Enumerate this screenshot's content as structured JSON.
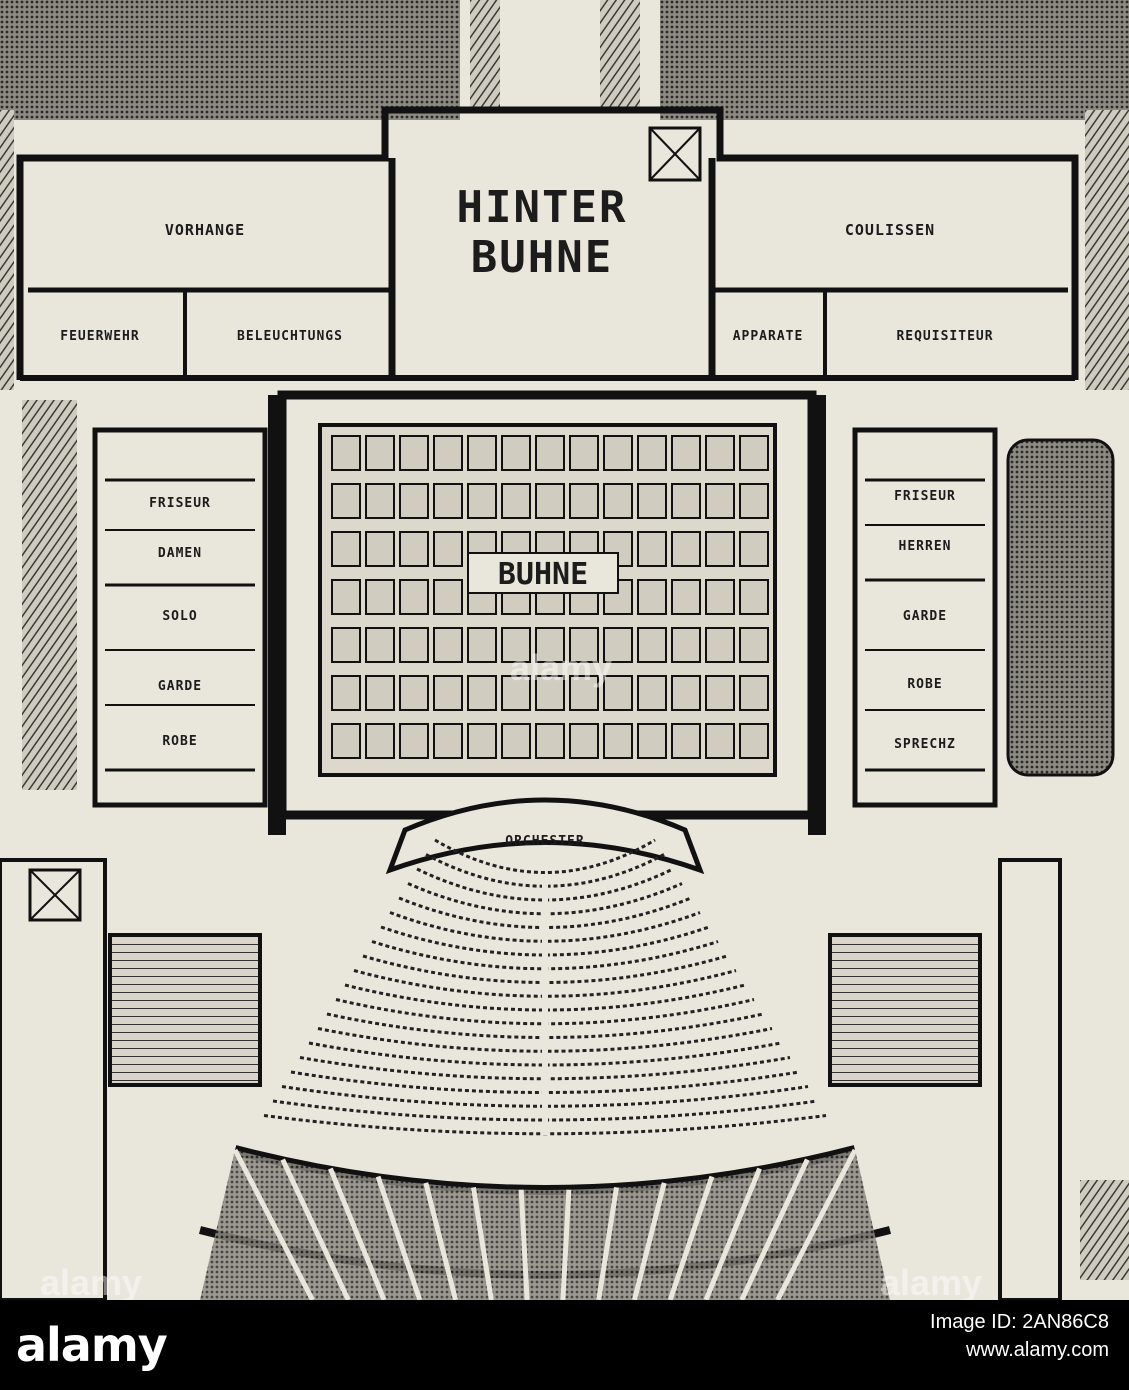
{
  "plan": {
    "labels": {
      "hinter_1": "HINTER",
      "hinter_2": "BUHNE",
      "vorhange": "VORHANGE",
      "coulissen": "COULISSEN",
      "feuerwehr": "FEUERWEHR",
      "beleuchtungs": "BELEUCHTUNGS",
      "apparate": "APPARATE",
      "requisiteur": "REQUISITEUR",
      "buhne": "BUHNE",
      "left_1": "FRISEUR",
      "left_2": "DAMEN",
      "left_3": "SOLO",
      "left_4": "GARDE",
      "left_5": "ROBE",
      "right_1": "FRISEUR",
      "right_2": "HERREN",
      "right_3": "GARDE",
      "right_4": "ROBE",
      "right_5": "SPRECHZ",
      "orchestra": "ORCHESTER"
    }
  },
  "watermark": {
    "text": "alamy"
  },
  "footer": {
    "logo": "alamy",
    "image_id_label": "Image ID: 2AN86C8",
    "url": "www.alamy.com"
  }
}
